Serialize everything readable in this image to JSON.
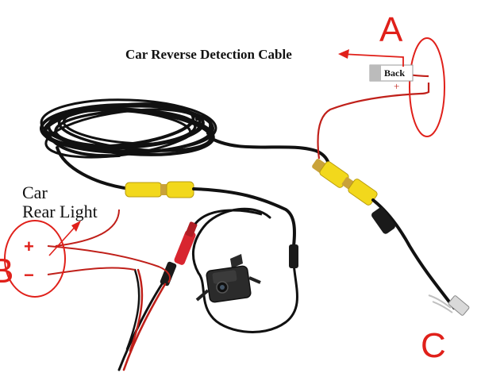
{
  "annotations": {
    "reverse_cable": "Car Reverse Detection Cable",
    "rear_light_line1": "Car",
    "rear_light_line2": "Rear Light",
    "letter_a": "A",
    "letter_b": "B",
    "letter_c": "C",
    "back_tag": "Back",
    "plus_a": "+",
    "plus_b": "+",
    "minus_b": "−"
  },
  "colors": {
    "annotation_red": "#e0201a",
    "cable_black": "#111111",
    "wire_red": "#c0201a",
    "connector_yellow": "#f2d81c",
    "connector_gold": "#c9a23a",
    "plug_red": "#d8252f"
  },
  "icons": {
    "camera": "rear-camera-icon",
    "coil": "cable-coil-icon"
  }
}
